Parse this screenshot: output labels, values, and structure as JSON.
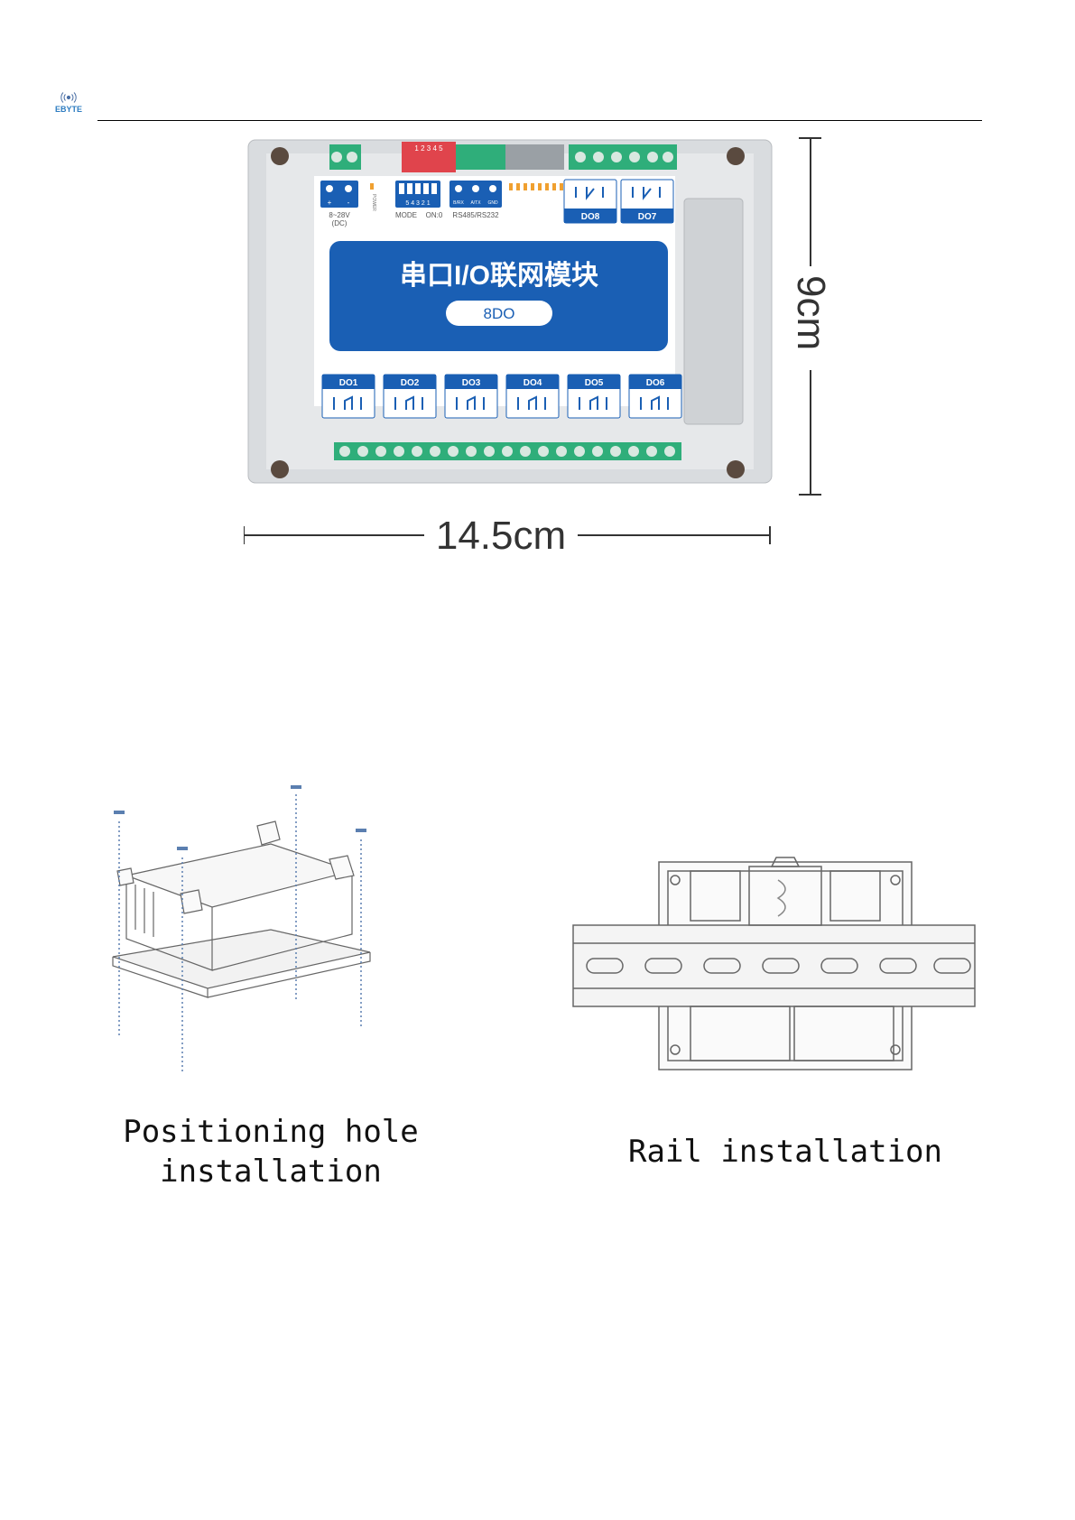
{
  "header": {
    "logo_text": "EBYTE"
  },
  "module": {
    "title": "串口I/O联网模块",
    "badge": "8DO",
    "power_terminal": {
      "plus": "+",
      "minus": "-",
      "voltage": "8~28V",
      "type": "(DC)"
    },
    "power_label": "POWER",
    "mode_switch": {
      "numbers": "5 4 3 2 1",
      "label": "MODE",
      "on_label": "ON:0"
    },
    "rs_terminal": {
      "pins": [
        "B/RX",
        "A/TX",
        "GND"
      ],
      "label": "RS485/RS232"
    },
    "outputs_top": [
      "DO8",
      "DO7"
    ],
    "outputs_bottom": [
      "DO1",
      "DO2",
      "DO3",
      "DO4",
      "DO5",
      "DO6"
    ],
    "dip_digits": "1 2 3 4 5",
    "width_dim": "14.5cm",
    "height_dim": "9cm"
  },
  "captions": {
    "left": [
      "Positioning hole",
      "installation"
    ],
    "right": "Rail installation"
  },
  "colors": {
    "brand_blue": "#1a5fb4",
    "housing_gray": "#d9dcdf",
    "terminal_green": "#2fae7a",
    "dip_red": "#e0444c"
  }
}
